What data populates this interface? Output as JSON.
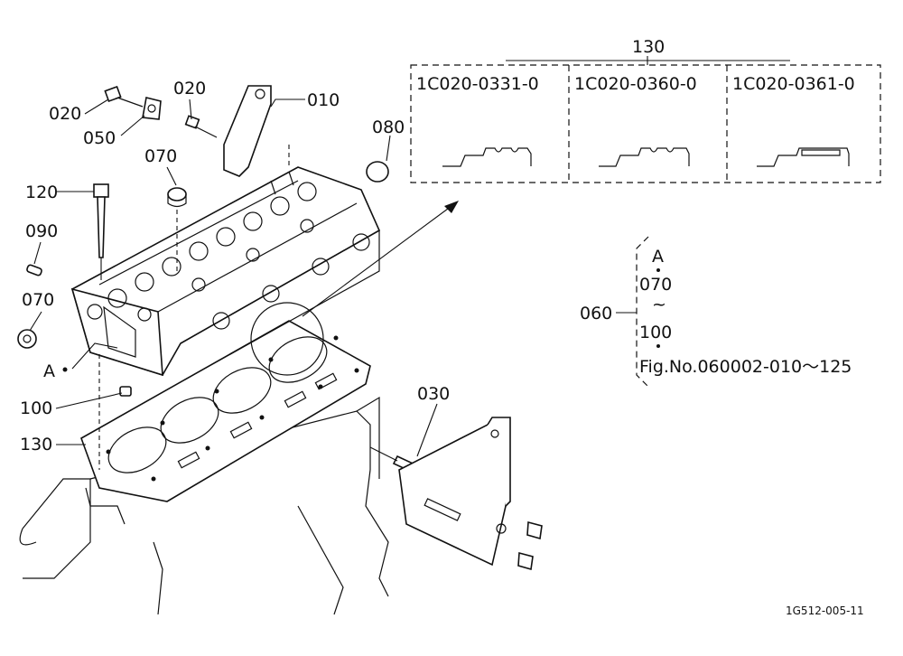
{
  "diagram": {
    "callouts": {
      "c010": "010",
      "c020_left": "020",
      "c020_right": "020",
      "c050": "050",
      "c070_top": "070",
      "c080": "080",
      "c120": "120",
      "c090": "090",
      "c070_left": "070",
      "c_a": "A",
      "c100": "100",
      "c130_left": "130",
      "c030": "030",
      "c060": "060",
      "c130_top": "130"
    },
    "variants": [
      {
        "part_no": "1C020-0331-0"
      },
      {
        "part_no": "1C020-0360-0"
      },
      {
        "part_no": "1C020-0361-0"
      }
    ],
    "kit_060": {
      "line1": "A",
      "line2": "070",
      "line3": "~",
      "line4": "100",
      "line5": "Fig.No.060002-010～125"
    },
    "drawing_no": "1G512-005-11"
  }
}
